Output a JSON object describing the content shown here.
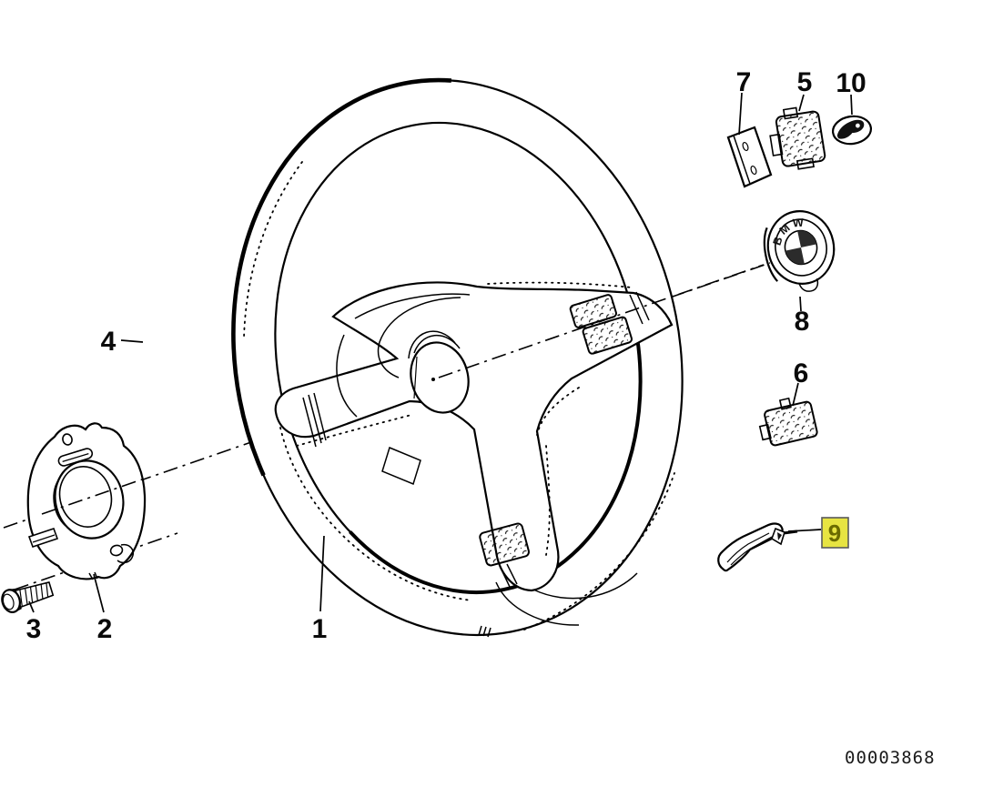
{
  "callouts": [
    {
      "id": "1",
      "label": "1"
    },
    {
      "id": "2",
      "label": "2"
    },
    {
      "id": "3",
      "label": "3"
    },
    {
      "id": "4",
      "label": "4"
    },
    {
      "id": "5",
      "label": "5"
    },
    {
      "id": "6",
      "label": "6"
    },
    {
      "id": "7",
      "label": "7"
    },
    {
      "id": "8",
      "label": "8"
    },
    {
      "id": "9",
      "label": "9"
    },
    {
      "id": "10",
      "label": "10"
    }
  ],
  "highlighted_callout": "9",
  "emblem_text": "BMW",
  "doc_number": "00003868",
  "colors": {
    "ink": "#000000",
    "background": "#ffffff",
    "highlight_bg": "#e7e442",
    "highlight_border": "#5a5a5a",
    "highlight_digit": "#6b6b00"
  },
  "icons": {
    "horn_button": "horn-icon",
    "emblem": "bmw-roundel-icon"
  }
}
